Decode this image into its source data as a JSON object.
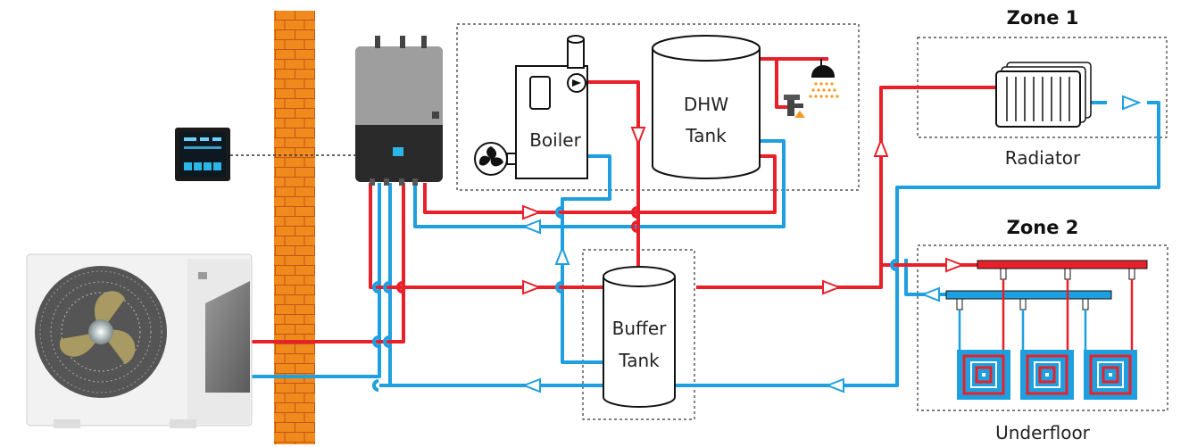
{
  "zone1": {
    "title": "Zone 1",
    "label": "Radiator"
  },
  "zone2": {
    "title": "Zone 2",
    "label": "Underfloor"
  },
  "boiler": {
    "label": "Boiler"
  },
  "dhw": {
    "line1": "DHW",
    "line2": "Tank"
  },
  "buffer": {
    "line1": "Buffer",
    "line2": "Tank"
  },
  "colors": {
    "hot": "#e8202a",
    "cold": "#1e9fe0",
    "brick": "#f08a1c",
    "mortar": "#c0561a"
  },
  "icons": [
    "heat-pump-icon",
    "controller-icon",
    "indoor-unit-icon",
    "boiler-icon",
    "shower-icon",
    "tap-icon",
    "radiator-icon",
    "underfloor-coil-icon"
  ]
}
